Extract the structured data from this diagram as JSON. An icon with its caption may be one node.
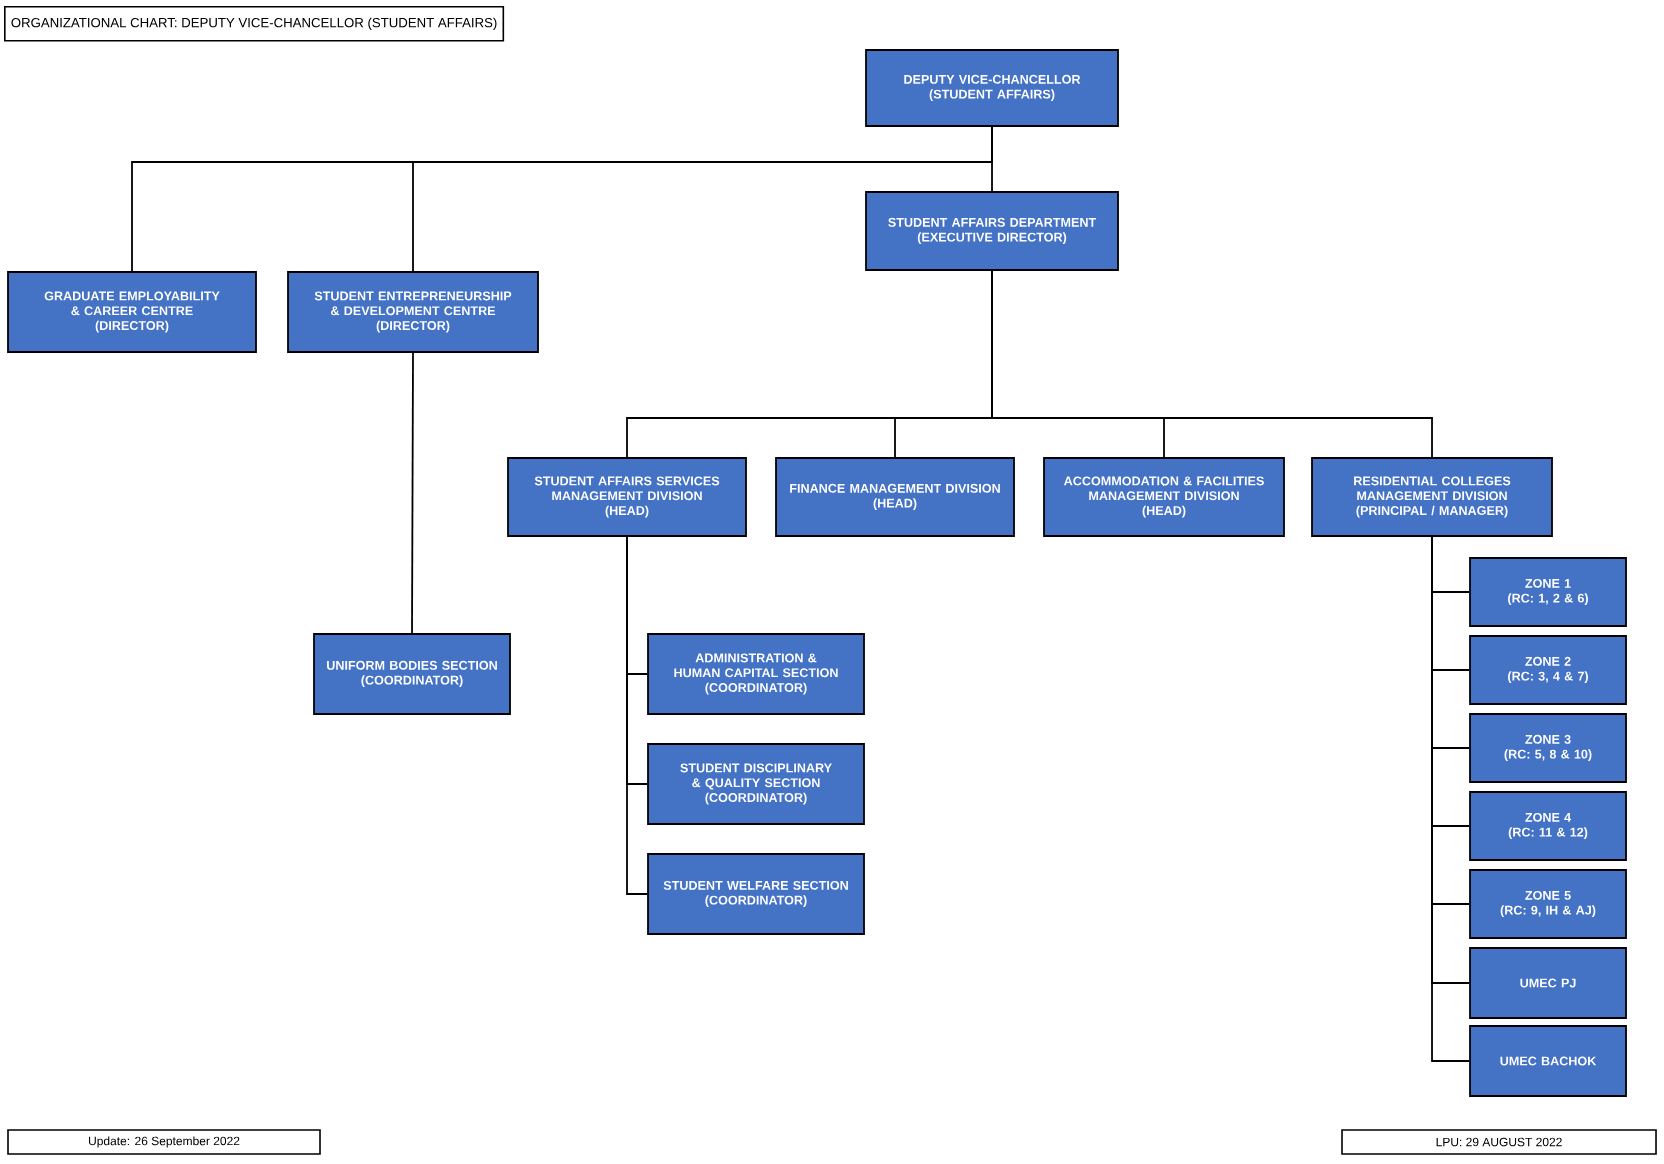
{
  "diagram": {
    "title": "ORGANIZATIONAL CHART: DEPUTY VICE-CHANCELLOR (STUDENT AFFAIRS)",
    "nodes": [
      {
        "text": [
          "DEPUTY VICE-CHANCELLOR",
          "(STUDENT AFFAIRS)"
        ]
      },
      {
        "text": [
          "STUDENT AFFAIRS DEPARTMENT",
          "(EXECUTIVE DIRECTOR)"
        ]
      },
      {
        "text": [
          "GRADUATE EMPLOYABILITY & CAREER CENTRE",
          "(DIRECTOR)"
        ]
      },
      {
        "text": [
          "STUDENT ENTREPRENEURSHIP & DEVELOPMENT CENTRE",
          "(DIRECTOR)"
        ]
      },
      {
        "text": [
          "STUDENT AFFAIRS SERVICES MANAGEMENT DIVISION",
          "(HEAD)"
        ]
      },
      {
        "text": [
          "FINANCE MANAGEMENT DIVISION",
          "(HEAD)"
        ]
      },
      {
        "text": [
          "ACCOMMODATION & FACILITIES MANAGEMENT DIVISION",
          "(HEAD)"
        ]
      },
      {
        "text": [
          "RESIDENTIAL COLLEGES MANAGEMENT DIVISION",
          "(PRINCIPAL / MANAGER)"
        ]
      },
      {
        "text": [
          "UNIFORM BODIES SECTION",
          "(COORDINATOR)"
        ]
      },
      {
        "text": [
          "ADMINISTRATION & HUMAN CAPITAL SECTION",
          "(COORDINATOR)"
        ]
      },
      {
        "text": [
          "STUDENT DISCIPLINARY & QUALITY SECTION",
          "(COORDINATOR)"
        ]
      },
      {
        "text": [
          "STUDENT WELFARE SECTION",
          "(COORDINATOR)"
        ]
      },
      {
        "text": [
          "ZONE 1",
          "(RC: 1, 2 & 6)"
        ]
      },
      {
        "text": [
          "ZONE 2",
          "(RC: 3, 4 & 7)"
        ]
      },
      {
        "text": [
          "ZONE 3",
          "(RC: 5, 8 & 10)"
        ]
      },
      {
        "text": [
          "ZONE 4",
          "(RC: 11 & 12)"
        ]
      },
      {
        "text": [
          "ZONE 5",
          "(RC: 9, IH & AJ)"
        ]
      },
      {
        "text": [
          "UMEC PJ"
        ]
      },
      {
        "text": [
          "UMEC BACHOK"
        ]
      }
    ],
    "edges": [
      {
        "from": 0,
        "to": 1,
        "arrow": "none"
      },
      {
        "from": 0,
        "to": 2,
        "arrow": "none"
      },
      {
        "from": 0,
        "to": 3,
        "arrow": "none"
      },
      {
        "from": 1,
        "to": 4,
        "arrow": "none"
      },
      {
        "from": 1,
        "to": 5,
        "arrow": "none"
      },
      {
        "from": 1,
        "to": 6,
        "arrow": "none"
      },
      {
        "from": 1,
        "to": 7,
        "arrow": "none"
      },
      {
        "from": 3,
        "to": 8,
        "arrow": "none"
      },
      {
        "from": 4,
        "to": 9,
        "arrow": "none"
      },
      {
        "from": 4,
        "to": 10,
        "arrow": "none"
      },
      {
        "from": 4,
        "to": 11,
        "arrow": "none"
      },
      {
        "from": 7,
        "to": 12,
        "arrow": "none"
      },
      {
        "from": 7,
        "to": 13,
        "arrow": "none"
      },
      {
        "from": 7,
        "to": 14,
        "arrow": "none"
      },
      {
        "from": 7,
        "to": 15,
        "arrow": "none"
      },
      {
        "from": 7,
        "to": 16,
        "arrow": "none"
      },
      {
        "from": 7,
        "to": 17,
        "arrow": "none"
      },
      {
        "from": 7,
        "to": 18,
        "arrow": "none"
      }
    ],
    "labels": [
      "Update: 26 September 2022",
      "LPU: 29 AUGUST 2022"
    ]
  }
}
